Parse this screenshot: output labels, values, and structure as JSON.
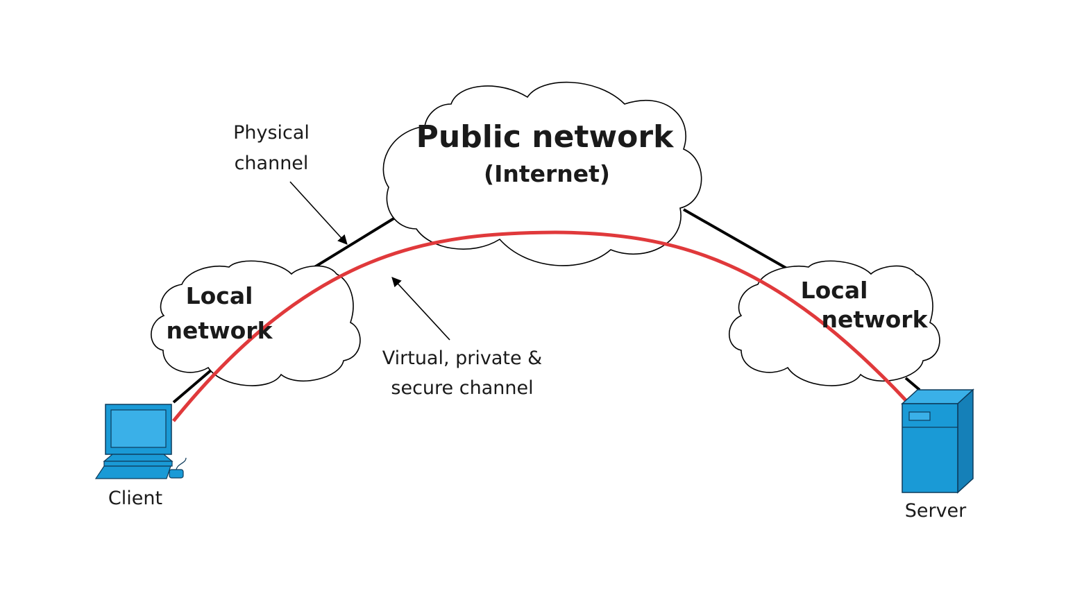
{
  "public_network": {
    "title": "Public network",
    "subtitle": "(Internet)"
  },
  "local_network_left": {
    "line1": "Local",
    "line2": "network"
  },
  "local_network_right": {
    "line1": "Local",
    "line2": "network"
  },
  "physical_channel": {
    "line1": "Physical",
    "line2": "channel"
  },
  "virtual_channel": {
    "line1": "Virtual, private &",
    "line2": "secure channel"
  },
  "client": {
    "label": "Client",
    "icon": "computer-icon"
  },
  "server": {
    "label": "Server",
    "icon": "server-icon"
  },
  "colors": {
    "secure_channel": "#e0393b",
    "device_blue": "#1a9ad6",
    "physical_line": "#000000"
  }
}
